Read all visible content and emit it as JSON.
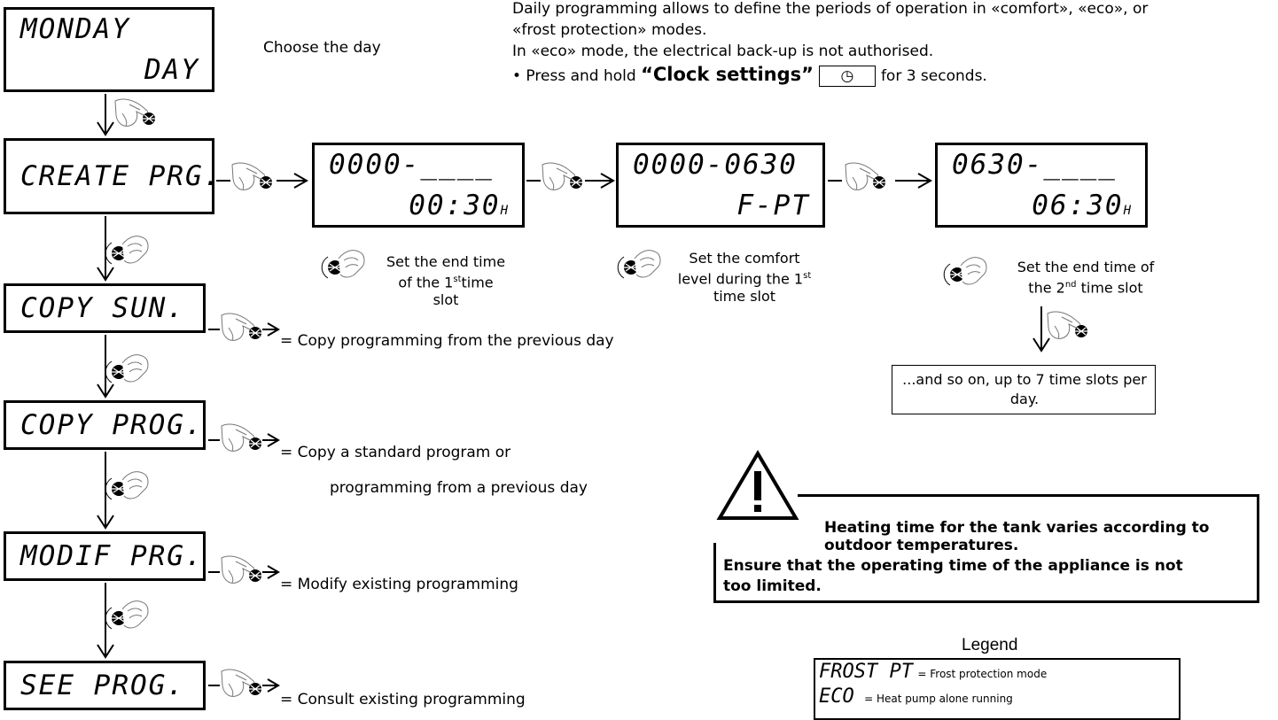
{
  "screens": {
    "monday": {
      "line1": "MONDAY",
      "line2": "DAY"
    },
    "create": {
      "line1": "CREATE PRG."
    },
    "copy_sun": {
      "line1": "COPY SUN."
    },
    "copy_prog": {
      "line1": "COPY PROG."
    },
    "modif": {
      "line1": "MODIF PRG."
    },
    "see": {
      "line1": "SEE PROG."
    },
    "slot1": {
      "line1": "0000-____",
      "line2": "00:30",
      "line2_sub": "H"
    },
    "comfort": {
      "line1": "0000-0630",
      "line2": "F-PT"
    },
    "slot2": {
      "line1": "0630-____",
      "line2": "06:30",
      "line2_sub": "H"
    }
  },
  "texts": {
    "choose_day": "Choose the day",
    "intro_line1": "Daily programming allows to define the periods of operation in «comfort», «eco», or",
    "intro_line2": "«frost protection» modes.",
    "intro_line3": "In «eco» mode, the electrical back-up is not authorised.",
    "press_prefix": "• Press and hold ",
    "press_bold": "“Clock settings”",
    "press_suffix": "for 3 seconds.",
    "copy_prev_day": "= Copy programming from the previous day",
    "copy_std_1": "= Copy a standard program or",
    "copy_std_2": "programming from a previous day",
    "modify": "= Modify existing programming",
    "consult": "= Consult existing programming",
    "cap1_line1": "Set the end time",
    "cap1_line2_a": "of the 1",
    "cap1_line2_sup": "st",
    "cap1_line2_b": "time",
    "cap1_line3": "slot",
    "cap2_line1": "Set the comfort",
    "cap2_line2_a": "level during the 1",
    "cap2_line2_sup": "st",
    "cap2_line3": "time slot",
    "cap3_line1": "Set the end time of",
    "cap3_line2_a": "the 2",
    "cap3_line2_sup": "nd",
    "cap3_line2_b": " time slot",
    "and_so_on_1": "...and so on, up to 7 time slots per",
    "and_so_on_2": "day."
  },
  "warning": {
    "line1": "Heating time for the tank varies according to",
    "line2": "outdoor temperatures.",
    "line3": "Ensure that the operating time of the appliance is not",
    "line4": "too limited."
  },
  "legend": {
    "title": "Legend",
    "frost_code": "FROST PT",
    "frost_desc": "= Frost protection mode",
    "eco_code": "ECO",
    "eco_desc": "=  Heat pump alone running"
  },
  "icons": {
    "press": "hand-press-icon",
    "rotate": "hand-rotate-knob-icon",
    "clock": "clock-icon",
    "warning": "warning-triangle-icon"
  }
}
